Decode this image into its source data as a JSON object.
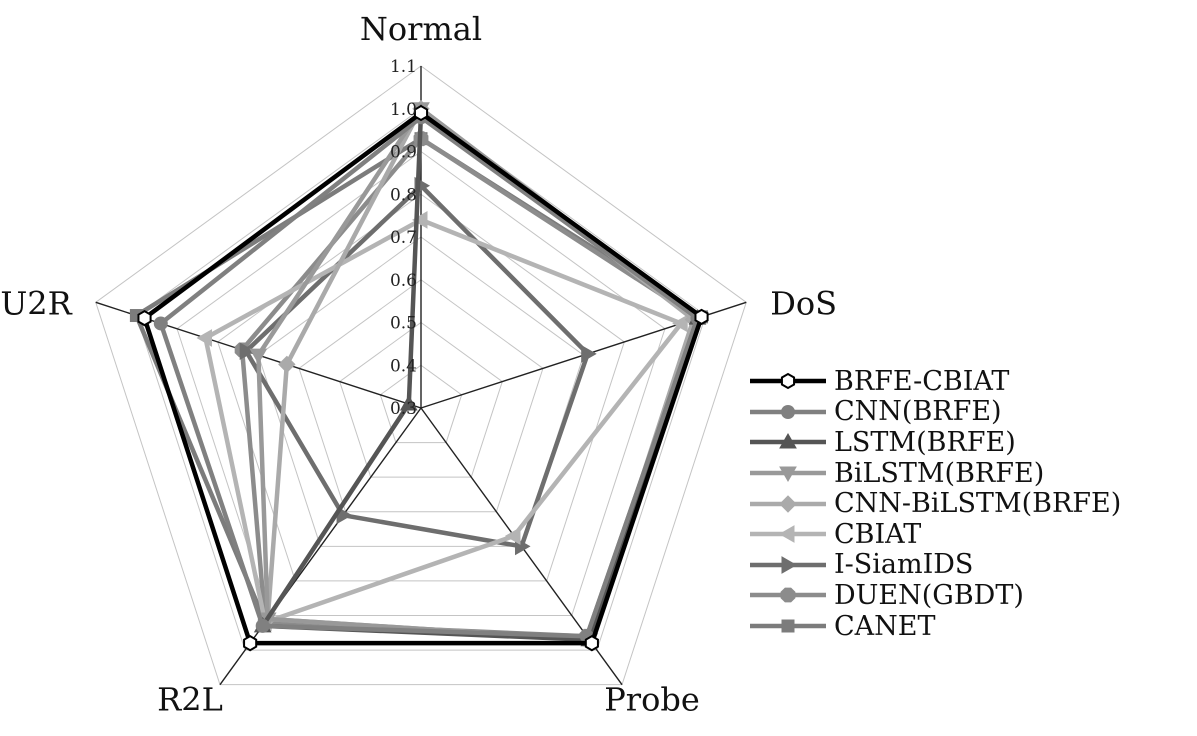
{
  "chart_data": {
    "type": "radar",
    "axes": [
      "Normal",
      "DoS",
      "Probe",
      "R2L",
      "U2R"
    ],
    "ticks": [
      "0.3",
      "0.4",
      "0.5",
      "0.6",
      "0.7",
      "0.8",
      "0.9",
      "1.0",
      "1.1"
    ],
    "range": [
      0.3,
      1.1
    ],
    "grid": true,
    "legend_position": "right",
    "series": [
      {
        "name": "BRFE-CBIAT",
        "color": "#000000",
        "marker": "hexagon",
        "values": [
          0.99,
          0.99,
          0.98,
          0.98,
          0.98
        ]
      },
      {
        "name": "CNN(BRFE)",
        "color": "#808080",
        "marker": "circle",
        "values": [
          0.98,
          0.98,
          0.96,
          0.93,
          0.94
        ]
      },
      {
        "name": "LSTM(BRFE)",
        "color": "#555555",
        "marker": "triangle-up",
        "values": [
          0.99,
          0.98,
          0.97,
          0.93,
          0.33
        ]
      },
      {
        "name": "BiLSTM(BRFE)",
        "color": "#999999",
        "marker": "triangle-down",
        "values": [
          1.0,
          0.98,
          0.97,
          0.91,
          0.7
        ]
      },
      {
        "name": "CNN-BiLSTM(BRFE)",
        "color": "#aaaaaa",
        "marker": "diamond",
        "values": [
          1.0,
          0.97,
          0.97,
          0.91,
          0.63
        ]
      },
      {
        "name": "CBIAT",
        "color": "#b4b4b4",
        "marker": "triangle-left",
        "values": [
          0.74,
          0.94,
          0.67,
          0.92,
          0.83
        ]
      },
      {
        "name": "I-SiamIDS",
        "color": "#6e6e6e",
        "marker": "triangle-right",
        "values": [
          0.82,
          0.71,
          0.7,
          0.61,
          0.73
        ]
      },
      {
        "name": "DUEN(GBDT)",
        "color": "#8c8c8c",
        "marker": "octagon",
        "values": [
          0.93,
          0.98,
          0.96,
          0.92,
          0.74
        ]
      },
      {
        "name": "CANET",
        "color": "#7c7c7c",
        "marker": "square",
        "values": [
          0.93,
          0.99,
          0.97,
          0.92,
          1.0
        ]
      }
    ]
  }
}
